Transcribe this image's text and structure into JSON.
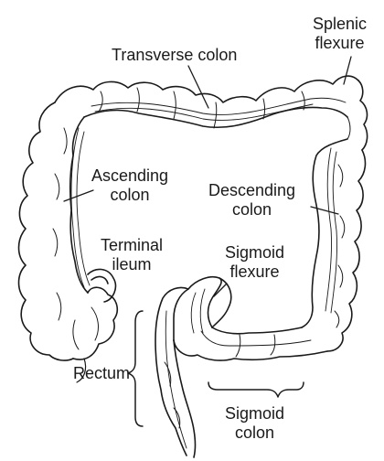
{
  "labels": {
    "transverse_colon": "Transverse colon",
    "splenic_flexure": [
      "Splenic",
      "flexure"
    ],
    "ascending_colon": [
      "Ascending",
      "colon"
    ],
    "descending_colon": [
      "Descending",
      "colon"
    ],
    "terminal_ileum": [
      "Terminal",
      "ileum"
    ],
    "sigmoid_flexure": [
      "Sigmoid",
      "flexure"
    ],
    "rectum": "Rectum",
    "sigmoid_colon": [
      "Sigmoid",
      "colon"
    ]
  },
  "colors": {
    "line": "#1a1a1a",
    "background": "#ffffff"
  }
}
